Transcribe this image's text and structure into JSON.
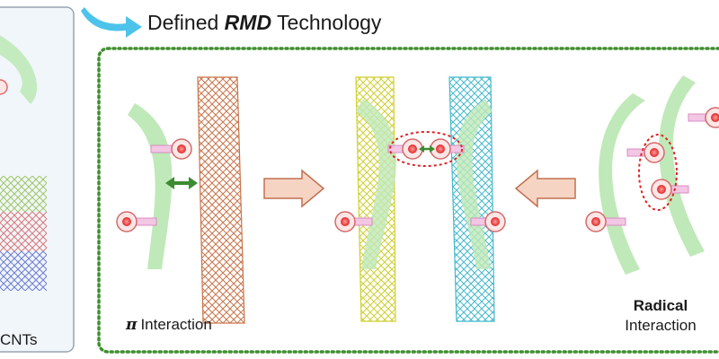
{
  "header": {
    "title_prefix": "Defined",
    "title_emph": "RMD",
    "title_suffix": "Technology"
  },
  "labels": {
    "pi_symbol": "π",
    "pi_text": "Interaction",
    "radical_title": "Radical",
    "radical_text": "Interaction",
    "left_panel_caption": "CNTs"
  },
  "colors": {
    "polymer_green": "#bfe9b8",
    "panel_border_green": "#3f8f2f",
    "left_panel_bg": "#f1f6fb",
    "process_arrow_fill": "#f6d4c3",
    "process_arrow_stroke": "#c07050",
    "green_arrow": "#3d8b33",
    "radical_red": "#e03030",
    "tube_orange": "#c9744a",
    "tube_yellow": "#cfcf33",
    "tube_cyan": "#45b9cc",
    "curved_arrow": "#4cc3ea"
  }
}
